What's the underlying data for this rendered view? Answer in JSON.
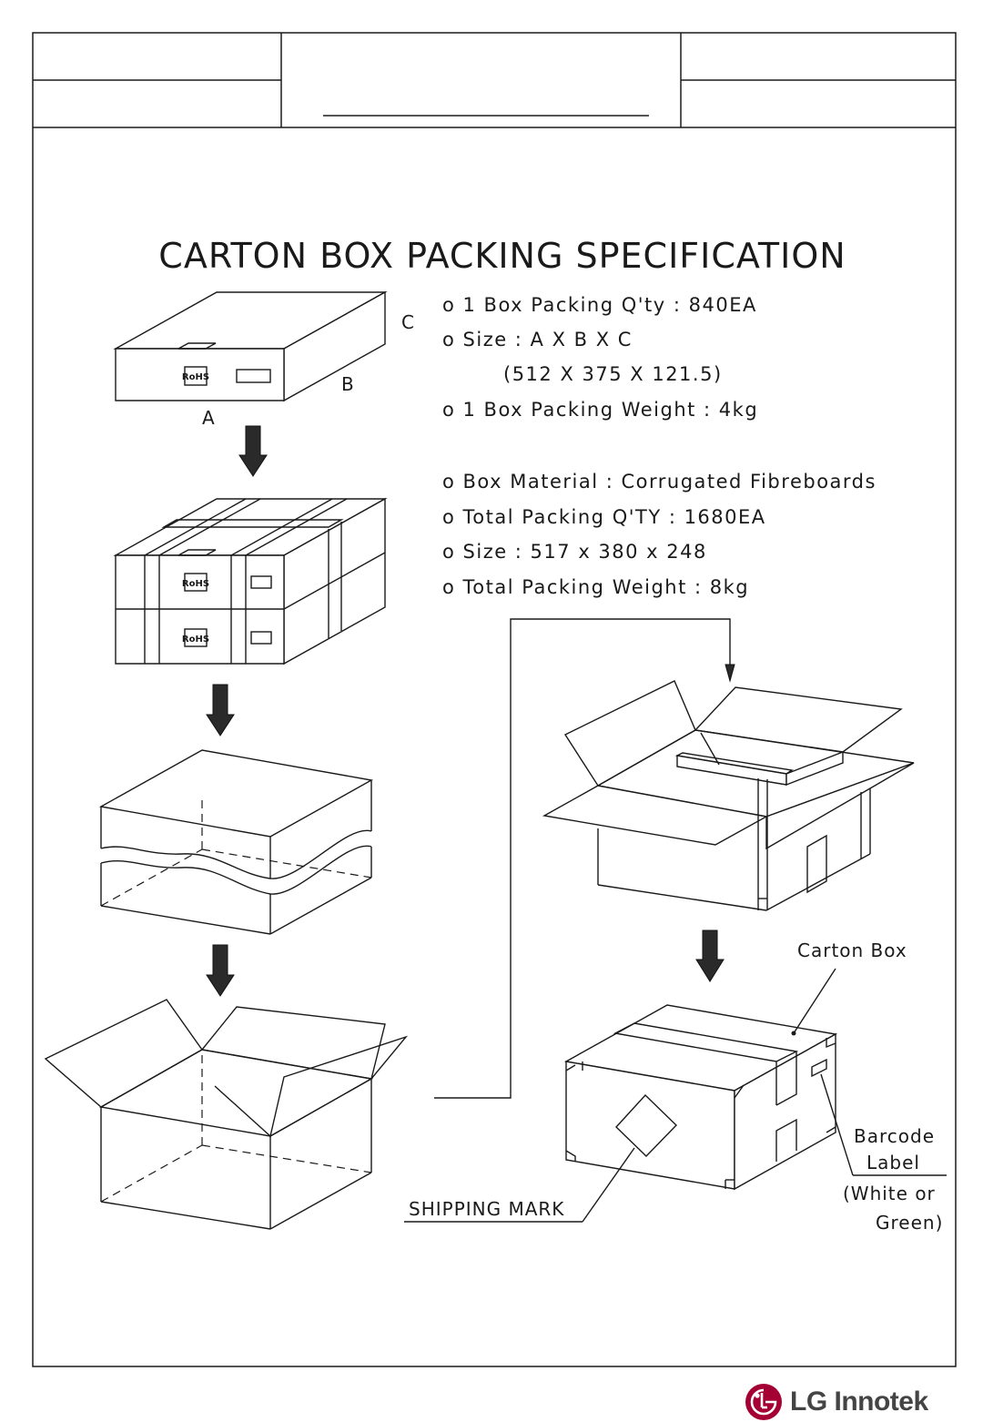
{
  "title": "CARTON BOX PACKING SPECIFICATION",
  "specs": {
    "box_qty": "o 1 Box Packing Q'ty : 840EA",
    "box_size_label": "o Size : A X B X C",
    "box_size_value": "(512 X 375 X 121.5)",
    "box_weight": "o 1 Box Packing Weight : 4kg",
    "material": "o Box Material : Corrugated Fibreboards",
    "total_qty": "o Total Packing Q'TY : 1680EA",
    "total_size": "o Size : 517 x 380 x 248",
    "total_weight": "o Total Packing Weight : 8kg"
  },
  "dimensions": {
    "a": "A",
    "b": "B",
    "c": "C"
  },
  "rohs_mark": "RoHS",
  "labels": {
    "carton_box": "Carton Box",
    "barcode_line1": "Barcode",
    "barcode_line2": "Label",
    "barcode_line3": "(White or",
    "barcode_line4": "Green)",
    "shipping_mark": "SHIPPING MARK"
  },
  "logo": {
    "text": "LG Innotek",
    "mark": "LG",
    "brand_color": "#a50034"
  }
}
